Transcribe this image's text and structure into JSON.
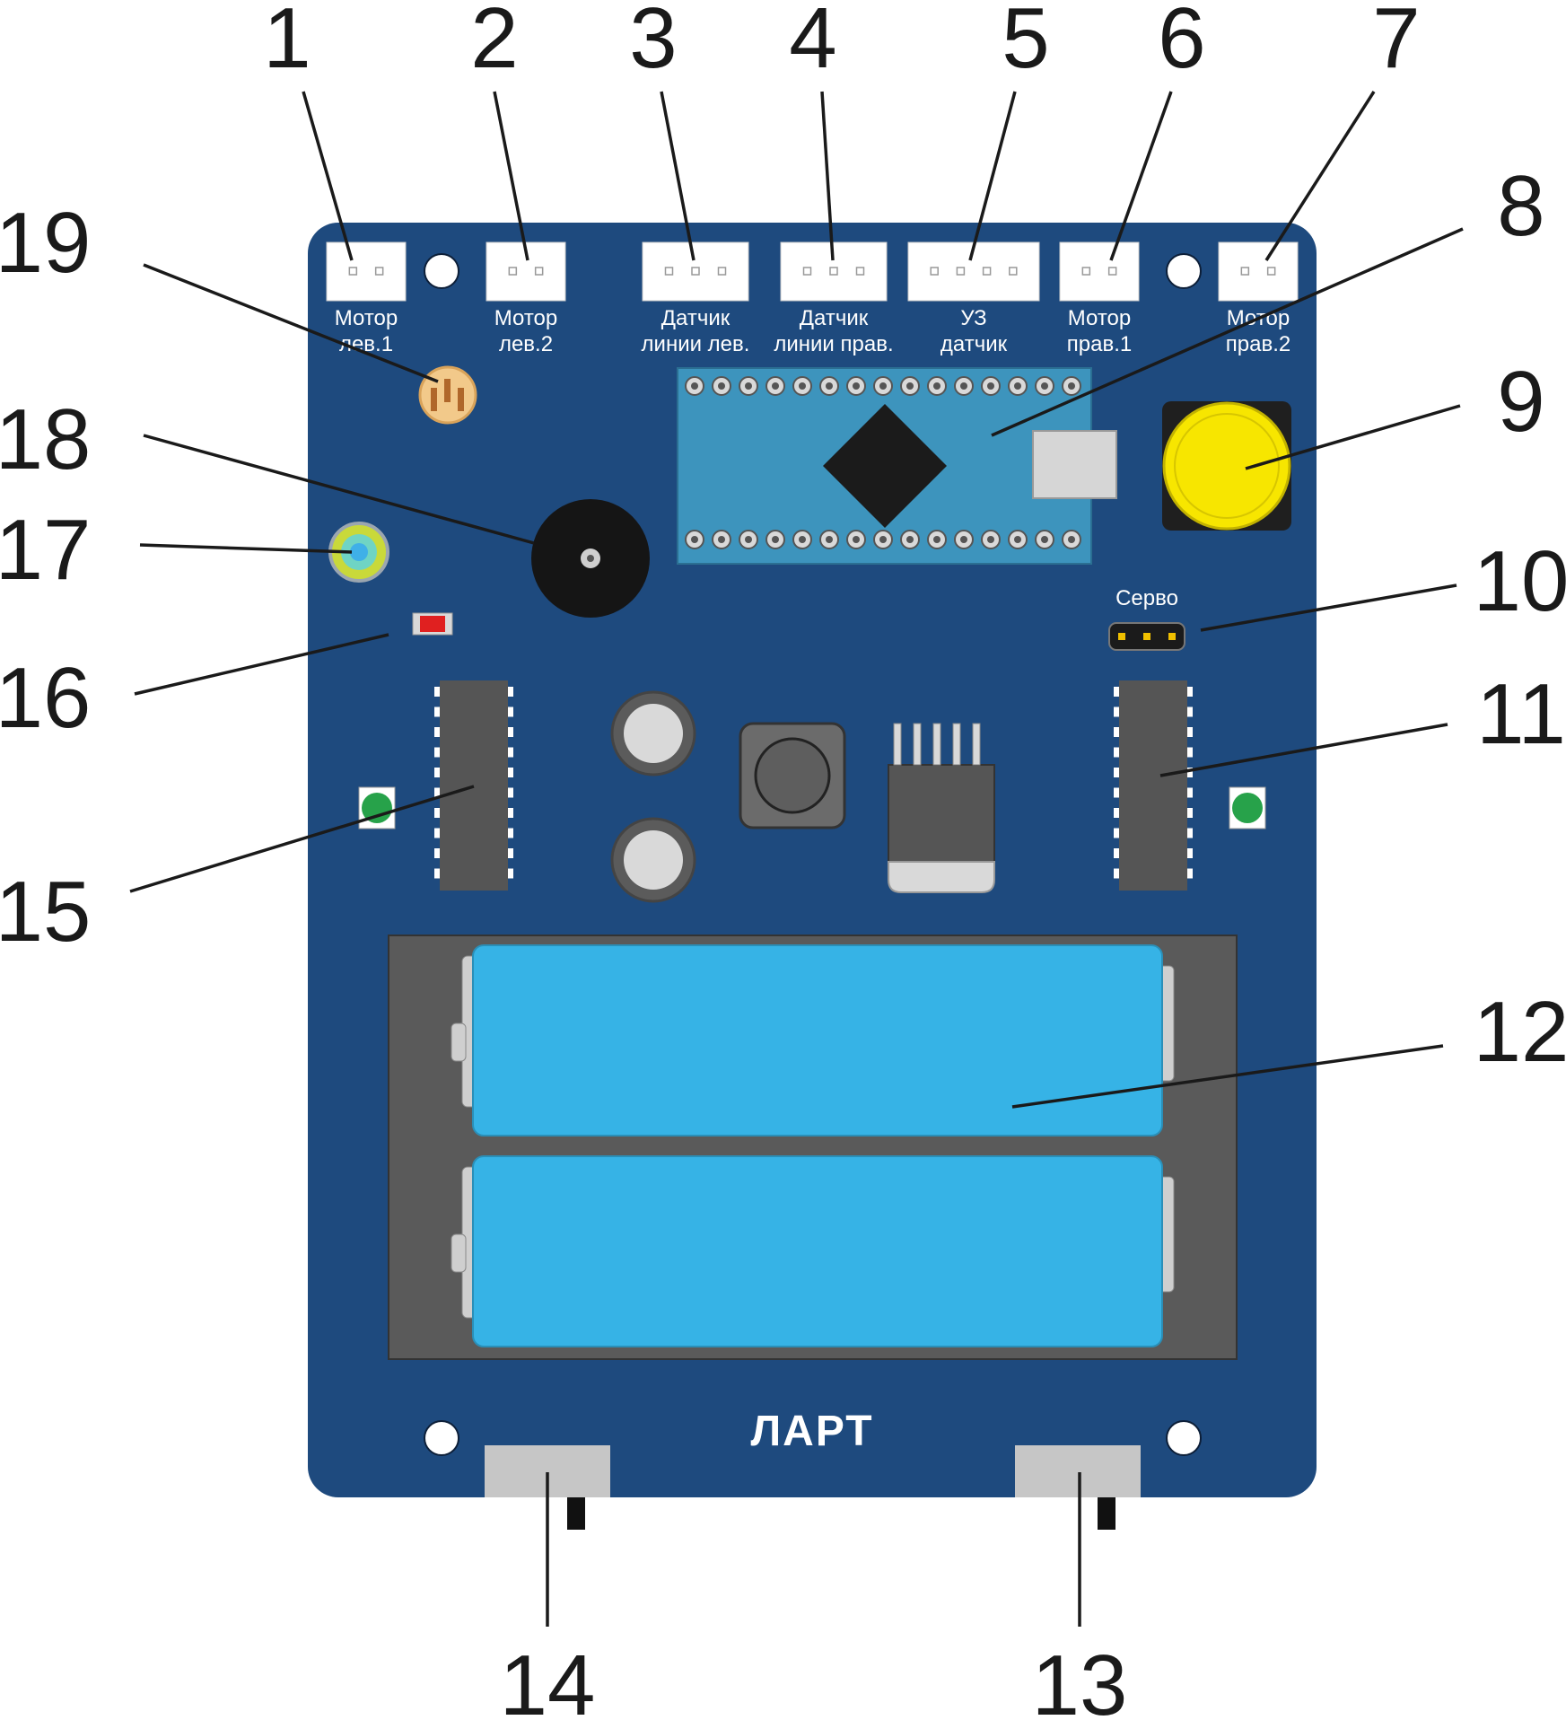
{
  "colors": {
    "board": "#1e4a7e",
    "connector": "#ffffff",
    "arduino": "#3d94bd",
    "chip": "#1b1b1b",
    "ic": "#555555",
    "battery": "#36b3e6",
    "holder": "#5a5a5a",
    "button": "#f7e600",
    "led_green": "#27a24a",
    "led_red": "#e02020"
  },
  "connectors": [
    {
      "label_line1": "Мотор",
      "label_line2": "лев.1",
      "pins": 2
    },
    {
      "label_line1": "Мотор",
      "label_line2": "лев.2",
      "pins": 2
    },
    {
      "label_line1": "Датчик",
      "label_line2": "линии лев.",
      "pins": 3
    },
    {
      "label_line1": "Датчик",
      "label_line2": "линии прав.",
      "pins": 3
    },
    {
      "label_line1": "УЗ",
      "label_line2": "датчик",
      "pins": 4
    },
    {
      "label_line1": "Мотор",
      "label_line2": "прав.1",
      "pins": 2
    },
    {
      "label_line1": "Мотор",
      "label_line2": "прав.2",
      "pins": 2
    }
  ],
  "servo_label": "Серво",
  "logo_text": "ЛАРТ",
  "callouts": [
    "1",
    "2",
    "3",
    "4",
    "5",
    "6",
    "7",
    "8",
    "9",
    "10",
    "11",
    "12",
    "13",
    "14",
    "15",
    "16",
    "17",
    "18",
    "19"
  ],
  "icons": [
    "photoresistor-icon",
    "buzzer-icon",
    "rgb-led-icon",
    "power-led-icon",
    "push-button-icon",
    "battery-icon",
    "switch-icon",
    "arduino-nano-icon"
  ]
}
